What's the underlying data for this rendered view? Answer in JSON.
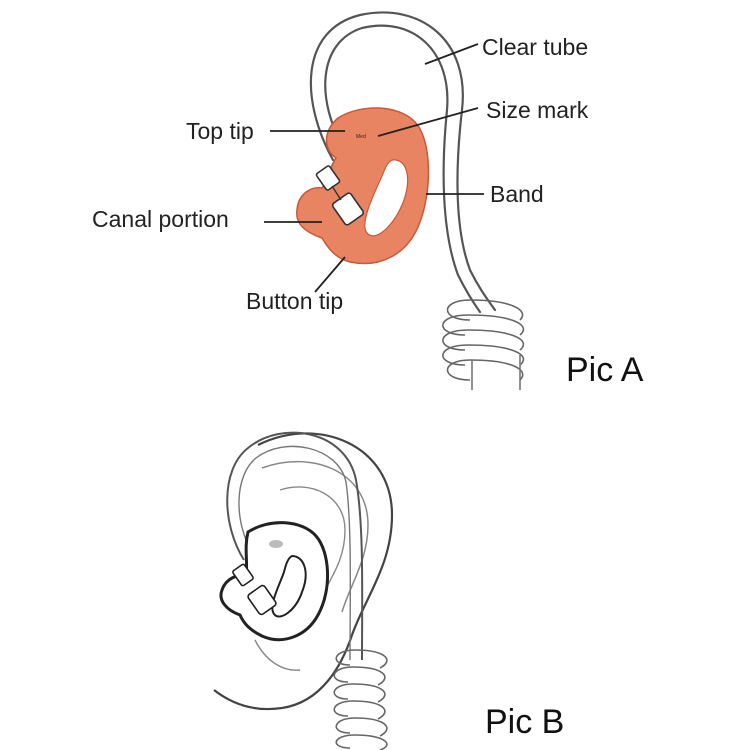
{
  "labels": {
    "clear_tube": "Clear tube",
    "size_mark": "Size mark",
    "top_tip": "Top tip",
    "band": "Band",
    "canal_portion": "Canal portion",
    "button_tip": "Button tip",
    "size_mark_text": "Med",
    "pic_a": "Pic A",
    "pic_b": "Pic B"
  },
  "colors": {
    "earmold": "#E98462",
    "earmold_outline": "#C8583A",
    "line": "#222222"
  }
}
